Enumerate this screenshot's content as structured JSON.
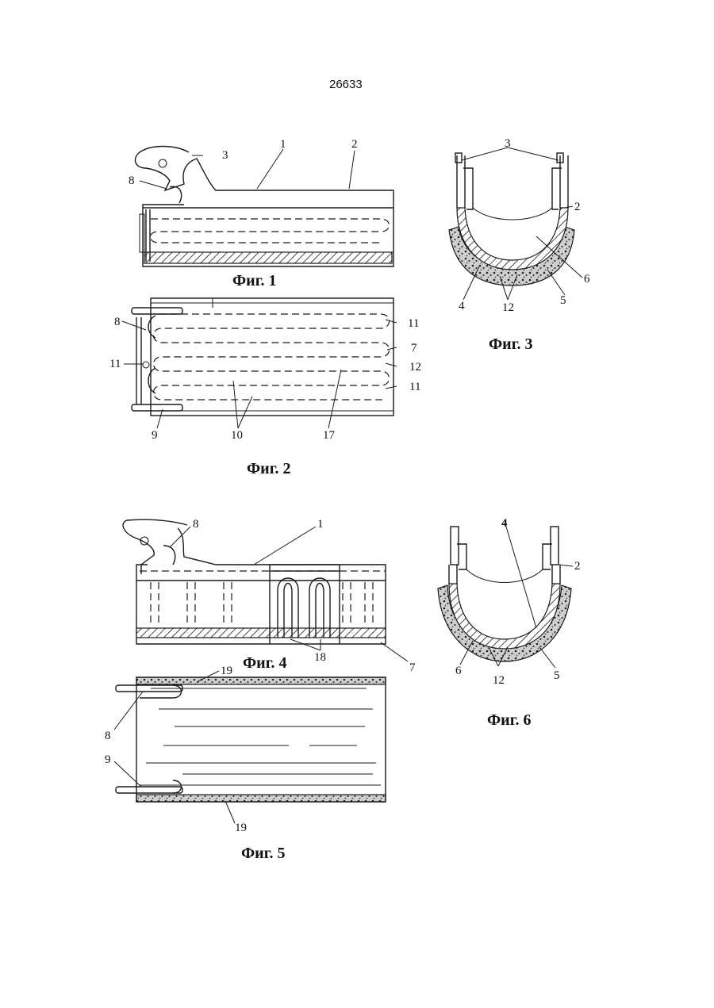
{
  "page_number": "26633",
  "figures": {
    "fig1": {
      "caption": "Фиг. 1",
      "labels": [
        "1",
        "2",
        "3",
        "8"
      ]
    },
    "fig2": {
      "caption": "Фиг. 2",
      "labels": [
        "8",
        "11",
        "9",
        "10",
        "17",
        "11",
        "7",
        "12",
        "11"
      ]
    },
    "fig3": {
      "caption": "Фиг. 3",
      "labels": [
        "3",
        "2",
        "6",
        "5",
        "12",
        "4"
      ]
    },
    "fig4": {
      "caption": "Фиг. 4",
      "labels": [
        "8",
        "1",
        "18",
        "7"
      ]
    },
    "fig5": {
      "caption": "Фиг. 5",
      "labels": [
        "19",
        "8",
        "9",
        "19"
      ]
    },
    "fig6": {
      "caption": "Фиг. 6",
      "labels": [
        "4",
        "2",
        "6",
        "12",
        "5"
      ]
    }
  }
}
